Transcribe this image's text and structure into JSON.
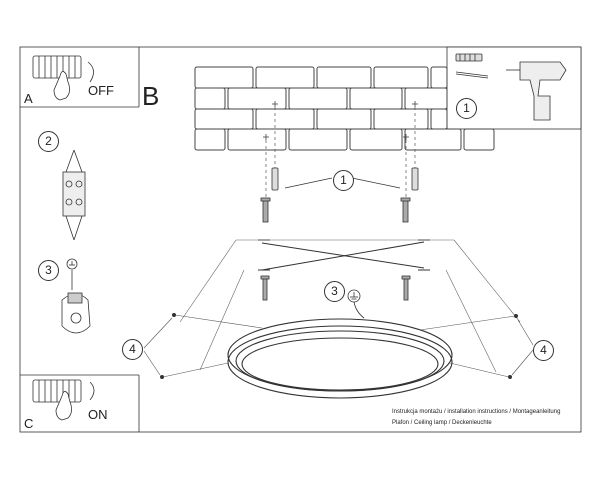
{
  "panels": {
    "a": {
      "letter": "A",
      "state": "OFF"
    },
    "b": {
      "letter": "B"
    },
    "c": {
      "letter": "C",
      "state": "ON"
    }
  },
  "callouts": {
    "ceiling_anchors": "1",
    "tools": "1",
    "wiring": "2",
    "ground_terminal": "3",
    "ground_wire": "3",
    "side_screws_left": "4",
    "side_screws_right": "4"
  },
  "caption": {
    "line1": "Instrukcja montażu / installation instructions / Montageanleitung",
    "line2": "Plafon / Ceiling lamp / Deckenleuchte"
  },
  "icons": [
    "terminal-block-icon",
    "hand-icon",
    "wall-plug-icon",
    "drill-icon",
    "ground-symbol-icon",
    "screw-icon"
  ]
}
